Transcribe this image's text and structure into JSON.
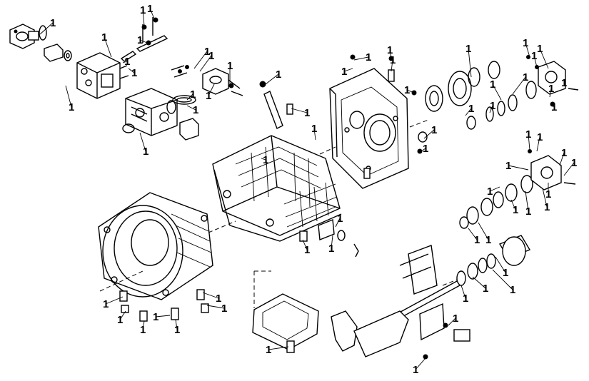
{
  "callout_label": "1",
  "callouts": [
    {
      "id": "top-left-flange-seal"
    },
    {
      "id": "top-valve-screw-1"
    },
    {
      "id": "top-valve-screw-2"
    },
    {
      "id": "top-valve-screw-3"
    },
    {
      "id": "valve-block-plug"
    },
    {
      "id": "valve-block-screw"
    },
    {
      "id": "valve-block-fitting"
    },
    {
      "id": "valve-block-bolt"
    },
    {
      "id": "shift-cyl-seal"
    },
    {
      "id": "shift-cyl-oring"
    },
    {
      "id": "shift-cyl-plug"
    },
    {
      "id": "sensor-screw"
    },
    {
      "id": "sensor-bolt"
    },
    {
      "id": "sensor-seal"
    },
    {
      "id": "sensor-plug"
    },
    {
      "id": "breather-pin"
    },
    {
      "id": "breather-plug"
    },
    {
      "id": "case-top-bolt"
    },
    {
      "id": "case-side-plug"
    },
    {
      "id": "rear-cover-top-screw"
    },
    {
      "id": "rear-cover-plug"
    },
    {
      "id": "rear-cover-bolt"
    },
    {
      "id": "rear-cover-left-plug"
    },
    {
      "id": "rear-cover-side-plug"
    },
    {
      "id": "rear-cover-bottom-plug"
    },
    {
      "id": "output-seal-ring"
    },
    {
      "id": "output-flange-ring"
    },
    {
      "id": "pto-screw-1"
    },
    {
      "id": "pto-screw-2"
    },
    {
      "id": "pto-bolt"
    },
    {
      "id": "pto-gear"
    },
    {
      "id": "pto-seal-1"
    },
    {
      "id": "pto-seal-2"
    },
    {
      "id": "pto-seal-3"
    },
    {
      "id": "pto-seal-4"
    },
    {
      "id": "pto-nut"
    },
    {
      "id": "pto-oring"
    },
    {
      "id": "lower-pto-screw"
    },
    {
      "id": "lower-pto-bolt"
    },
    {
      "id": "lower-pto-gear"
    },
    {
      "id": "lower-pto-seal-1"
    },
    {
      "id": "lower-pto-seal-2"
    },
    {
      "id": "lower-pto-seal-3"
    },
    {
      "id": "lower-pto-seal-4"
    },
    {
      "id": "lower-pto-seal-5"
    },
    {
      "id": "lower-pto-nut"
    },
    {
      "id": "lower-pto-oring"
    },
    {
      "id": "shaft-seal-1"
    },
    {
      "id": "shaft-seal-2"
    },
    {
      "id": "shaft-seal-3"
    },
    {
      "id": "shaft-seal-4"
    },
    {
      "id": "shaft-ring"
    },
    {
      "id": "fork-plug-1"
    },
    {
      "id": "fork-plug-2"
    },
    {
      "id": "clutch-housing-plug-1"
    },
    {
      "id": "clutch-housing-plug-2"
    },
    {
      "id": "clutch-housing-plug-3"
    },
    {
      "id": "clutch-housing-plug-4"
    },
    {
      "id": "clutch-housing-plug-5"
    },
    {
      "id": "clutch-housing-plug-6"
    },
    {
      "id": "bottom-cover-plug"
    },
    {
      "id": "bottom-cover-bolt"
    },
    {
      "id": "fork-bracket-bolt"
    },
    {
      "id": "fork-bracket-nut"
    },
    {
      "id": "case-bottom-plug"
    },
    {
      "id": "case-bottom-seal"
    }
  ]
}
